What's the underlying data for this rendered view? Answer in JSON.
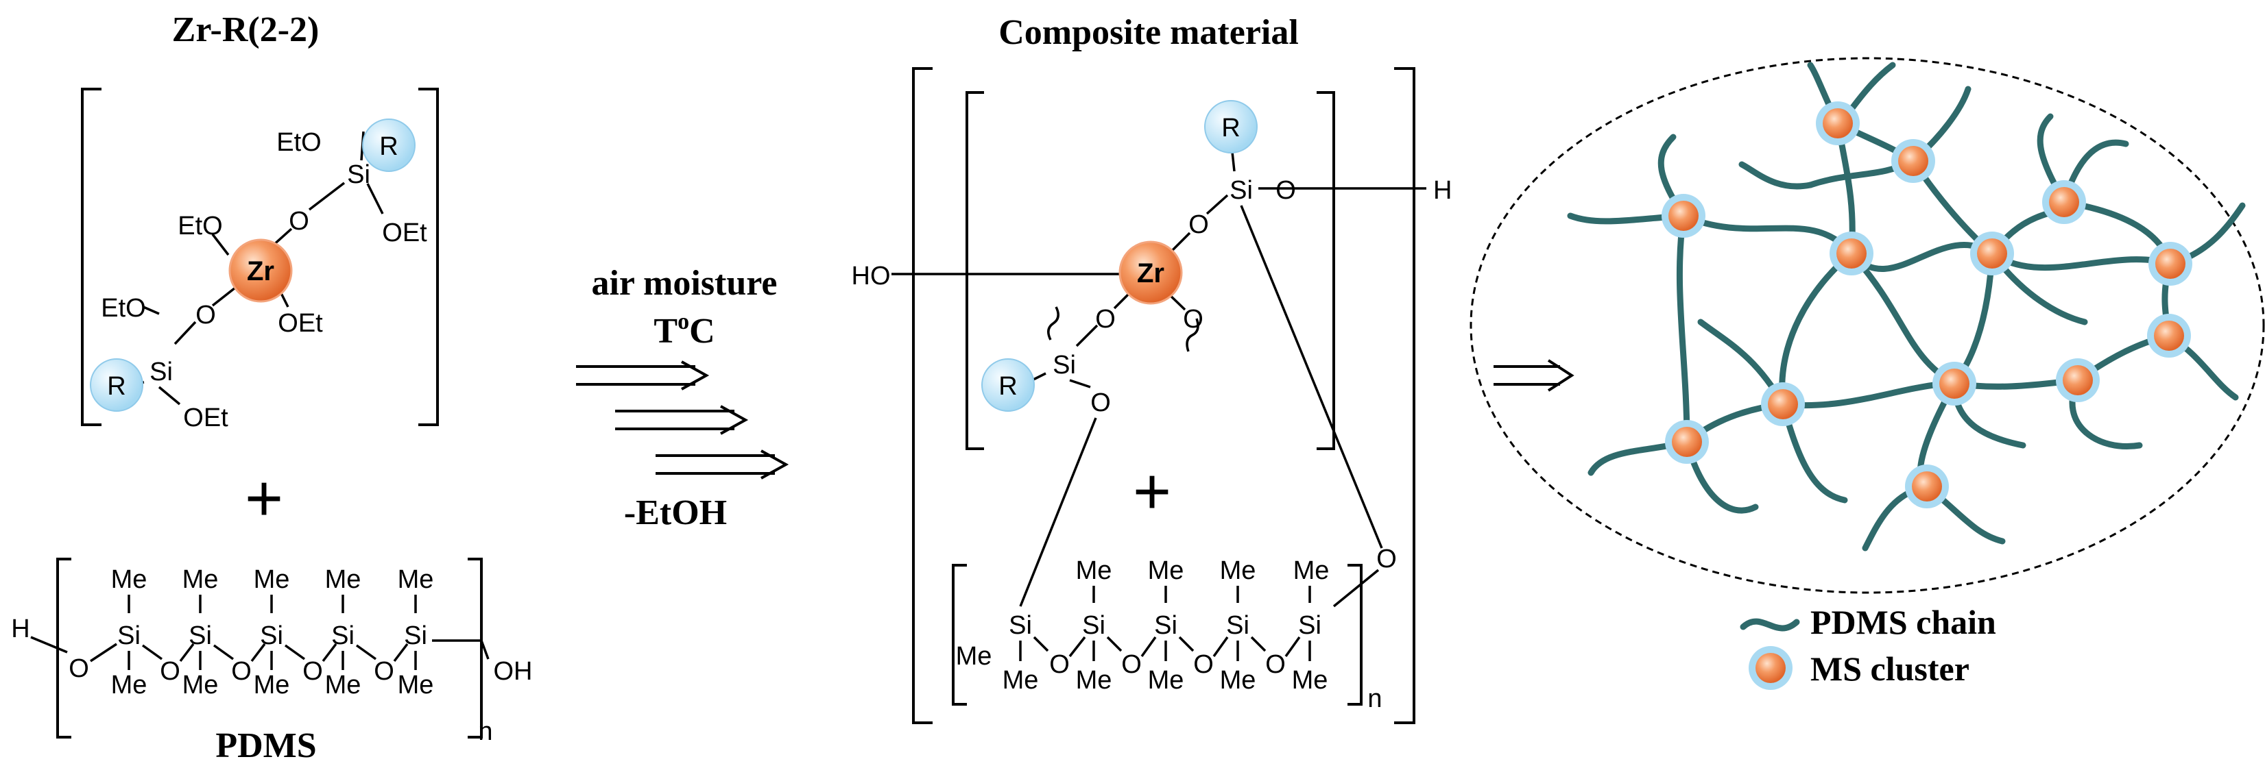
{
  "title_zr": "Zr-R(2-2)",
  "title_composite": "Composite material",
  "label_pdms": "PDMS",
  "conditions": {
    "line1": "air moisture",
    "line2": "T",
    "line2_sup": "o",
    "line2_end": "C",
    "byproduct": "-EtOH"
  },
  "plus": "+",
  "atoms": {
    "zr": "Zr",
    "si": "Si",
    "o": "O",
    "r": "R",
    "eto": "EtO",
    "oet": "OEt",
    "me": "Me",
    "h": "H",
    "ho": "HO",
    "oh": "OH",
    "n": "n"
  },
  "legend": {
    "chain": "PDMS chain",
    "cluster": "MS cluster"
  },
  "colors": {
    "zr_fill": "#f07a3e",
    "r_fill": "#a9daf2",
    "chain": "#2f6a6b",
    "cluster_ring": "#a9daf2"
  }
}
